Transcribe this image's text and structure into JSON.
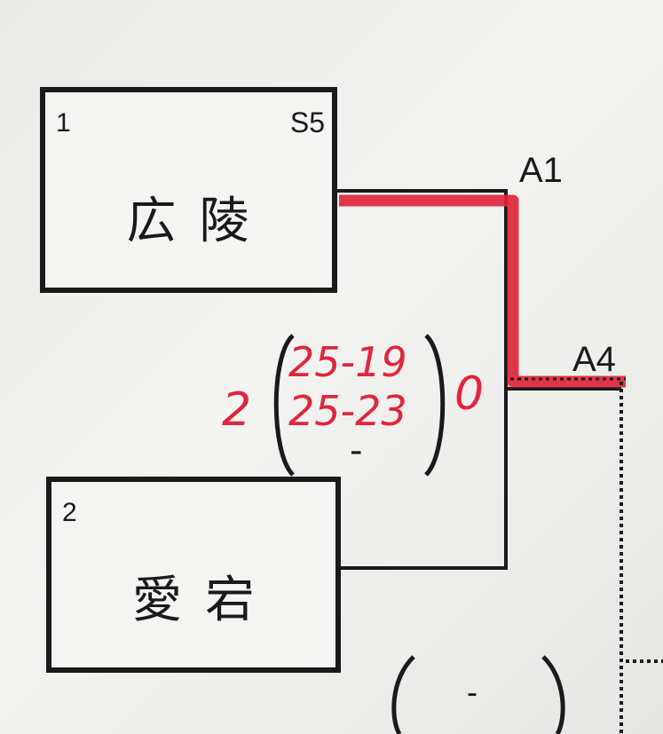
{
  "teams": [
    {
      "seed": "1",
      "seed_tag": "S5",
      "name": "広陵"
    },
    {
      "seed": "2",
      "name": "愛宕"
    }
  ],
  "slots": {
    "a1": "A1",
    "a4": "A4"
  },
  "match": {
    "games_won_left": "2",
    "games_won_right": "0",
    "set_scores": [
      "25-19",
      "25-23",
      "-"
    ]
  },
  "next_match": {
    "set_scores": [
      "-"
    ]
  },
  "colors": {
    "winner_line": "#e0263c",
    "ink": "#1a1a1a"
  }
}
